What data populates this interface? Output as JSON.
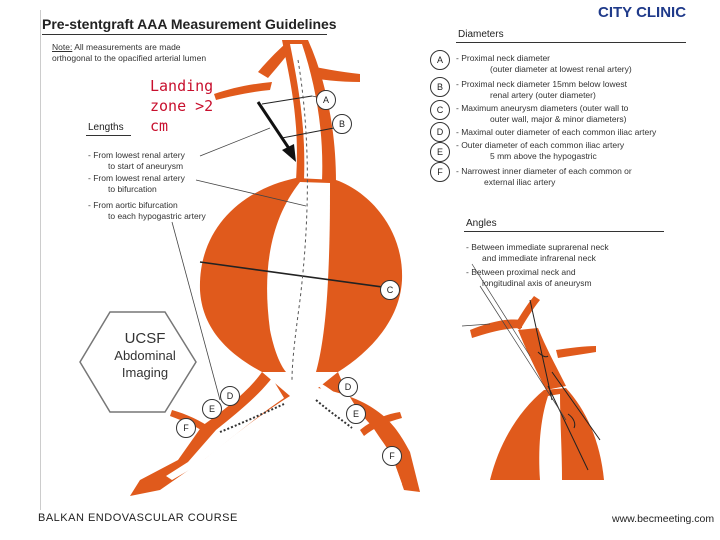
{
  "header": {
    "title": "Pre-stentgraft AAA Measurement Guidelines",
    "note_label": "Note:",
    "note_text": "All measurements are made orthogonal to the opacified arterial lumen"
  },
  "callout": {
    "text": "Landing\nzone >2\ncm",
    "color": "#c8102e"
  },
  "lengths": {
    "heading": "Lengths",
    "items": [
      "- From lowest renal artery",
      "to start of aneurysm",
      "- From lowest renal artery",
      "to bifurcation",
      "- From aortic bifurcation",
      "to each hypogastric artery"
    ]
  },
  "diameters": {
    "heading": "Diameters",
    "items": [
      {
        "letter": "A",
        "lines": [
          "- Proximal neck diameter",
          "(outer diameter at lowest renal artery)"
        ]
      },
      {
        "letter": "B",
        "lines": [
          "- Proximal neck diameter 15mm below lowest",
          "renal artery (outer diameter)"
        ]
      },
      {
        "letter": "C",
        "lines": [
          "- Maximum aneurysm diameters (outer wall to",
          "outer wall, major & minor diameters)"
        ]
      },
      {
        "letter": "D",
        "lines": [
          "- Maximal outer diameter of each common iliac artery"
        ]
      },
      {
        "letter": "E",
        "lines": [
          "- Outer diameter of each common iliac artery",
          "5 mm above the hypogastric"
        ]
      },
      {
        "letter": "F",
        "lines": [
          "- Narrowest inner diameter of each common or",
          "external iliac artery"
        ]
      }
    ]
  },
  "angles": {
    "heading": "Angles",
    "items": [
      "- Between immediate suprarenal neck",
      "and immediate infrarenal neck",
      "- Between proximal neck and",
      "longitudinal axis of aneurysm"
    ]
  },
  "diagram_labels": [
    "A",
    "B",
    "C",
    "D",
    "D",
    "E",
    "E",
    "F",
    "F"
  ],
  "ucsf": {
    "line1": "UCSF",
    "line2": "Abdominal",
    "line3": "Imaging"
  },
  "branding": {
    "clinic": "CITY CLINIC",
    "course": "BALKAN ENDOVASCULAR COURSE",
    "website": "www.becmeeting.com"
  },
  "colors": {
    "vessel": "#e05a1c",
    "lumen": "#ffffff",
    "accent": "#c8102e"
  }
}
